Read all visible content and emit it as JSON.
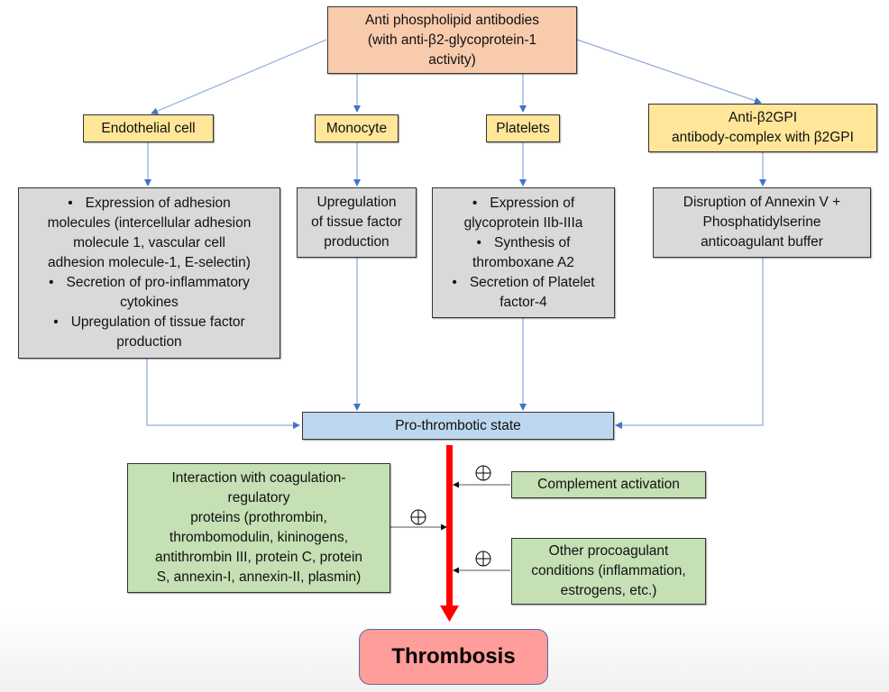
{
  "diagram": {
    "top": {
      "lines": [
        "Anti phospholipid antibodies",
        "(with anti-β2-glycoprotein-1",
        "activity)"
      ]
    },
    "targets": [
      {
        "id": "endothelial",
        "label": "Endothelial cell"
      },
      {
        "id": "monocyte",
        "label": "Monocyte"
      },
      {
        "id": "platelets",
        "label": "Platelets"
      },
      {
        "id": "complex",
        "label_lines": [
          "Anti-β2GPI",
          "antibody-complex with β2GPI"
        ]
      }
    ],
    "effects": {
      "endothelial": {
        "bullet": "•",
        "items": [
          [
            "Expression of adhesion",
            "molecules (intercellular adhesion",
            "molecule 1, vascular cell",
            "adhesion molecule-1, E-selectin)"
          ],
          [
            "Secretion of pro-inflammatory",
            "cytokines"
          ],
          [
            "Upregulation of tissue factor",
            "production"
          ]
        ]
      },
      "monocyte": {
        "lines": [
          "Upregulation",
          "of tissue factor",
          "production"
        ]
      },
      "platelets": {
        "bullet": "•",
        "items": [
          [
            "Expression of",
            "glycoprotein IIb-IIIa"
          ],
          [
            "Synthesis of",
            "thromboxane A2"
          ],
          [
            "Secretion of Platelet",
            "factor-4"
          ]
        ]
      },
      "complex": {
        "lines": [
          "Disruption of Annexin V +",
          "Phosphatidylserine",
          "anticoagulant buffer"
        ]
      }
    },
    "prothrombotic": {
      "label": "Pro-thrombotic state"
    },
    "modifiers": {
      "symbol": "⊕",
      "coagulation": {
        "lines": [
          "Interaction with coagulation-",
          "regulatory",
          "proteins (prothrombin,",
          "thrombomodulin, kininogens,",
          "antithrombin III, protein C, protein",
          "S, annexin-I, annexin-II, plasmin)"
        ]
      },
      "complement": {
        "label": "Complement activation"
      },
      "other": {
        "lines": [
          "Other procoagulant",
          "conditions (inflammation,",
          "estrogens, etc.)"
        ]
      }
    },
    "outcome": {
      "label": "Thrombosis"
    },
    "colors": {
      "top": "#f8cbad",
      "target": "#ffe699",
      "effect": "#d9d9d9",
      "prothrombotic": "#bdd7ee",
      "modifier": "#c5e0b4",
      "outcome": "#ff9d9a",
      "connector": "#4472c4",
      "main_arrow": "#ff0000"
    }
  }
}
